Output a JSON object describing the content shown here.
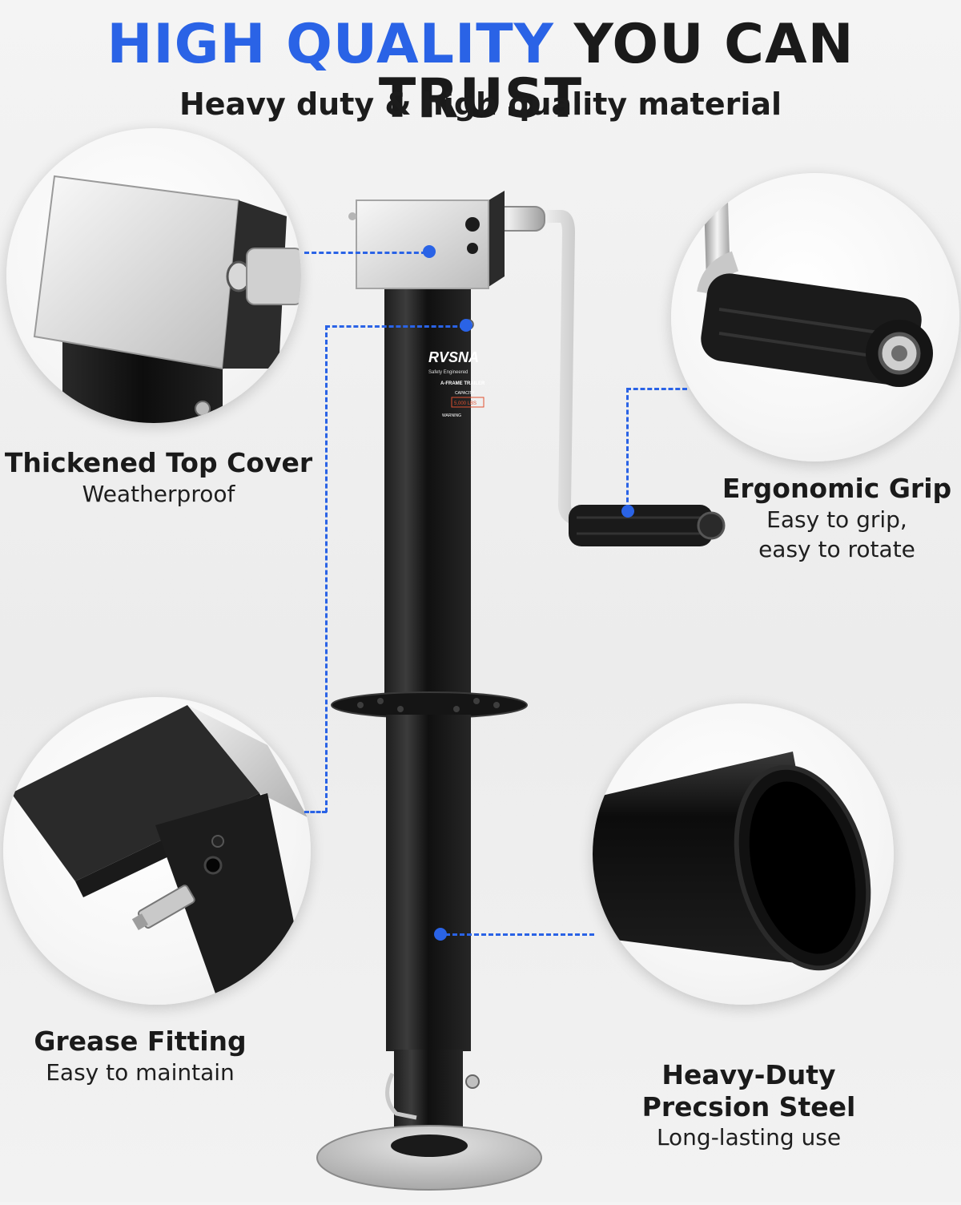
{
  "header": {
    "title_highlight": "HIGH QUALITY",
    "title_rest": "YOU CAN TRUST",
    "subtitle": "Heavy duty & high quality material"
  },
  "features": [
    {
      "heading": "Thickened Top Cover",
      "lines": [
        "Weatherproof"
      ]
    },
    {
      "heading": "Ergonomic Grip",
      "lines": [
        "Easy to grip,",
        "easy to rotate"
      ]
    },
    {
      "heading": "Grease Fitting",
      "lines": [
        "Easy to maintain"
      ]
    },
    {
      "heading": "Heavy-Duty Precsion Steel",
      "heading_lines": [
        "Heavy-Duty",
        "Precsion Steel"
      ],
      "lines": [
        "Long-lasting use"
      ]
    }
  ],
  "product": {
    "brand": "RVSNA",
    "label_tagline": "Safety Engineered",
    "label_model": "A-FRAME TRAILER",
    "label_capacity": "CAPACITY",
    "label_capacity_value": "5,000 LBS",
    "label_warning": "WARNING"
  },
  "colors": {
    "accent": "#2a63e6",
    "steel_black": "#151515",
    "silver": "#c9c9c9"
  }
}
